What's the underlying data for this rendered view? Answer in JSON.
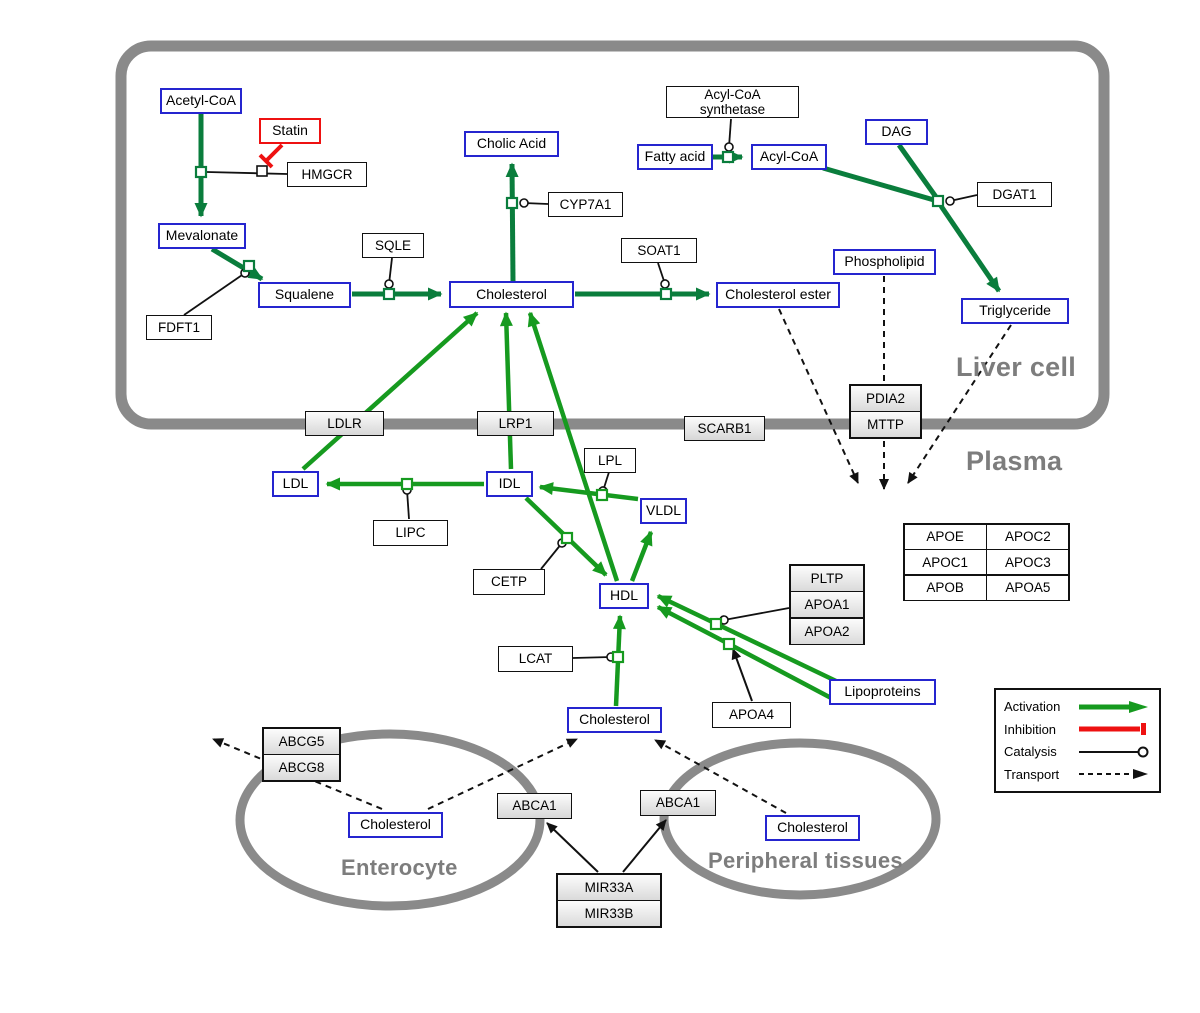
{
  "compartments": {
    "liver": "Liver cell",
    "plasma": "Plasma",
    "enterocyte": "Enterocyte",
    "peripheral": "Peripheral tissues"
  },
  "nodes": {
    "acetyl_coa": "Acetyl-CoA",
    "statin": "Statin",
    "hmgcr": "HMGCR",
    "mevalonate": "Mevalonate",
    "fdft1": "FDFT1",
    "squalene": "Squalene",
    "sqle": "SQLE",
    "cholic_acid": "Cholic Acid",
    "cyp7a1": "CYP7A1",
    "cholesterol_liver": "Cholesterol",
    "soat1": "SOAT1",
    "cholesterol_ester": "Cholesterol ester",
    "acyl_coa_synthetase": "Acyl-CoA synthetase",
    "fatty_acid": "Fatty acid",
    "acyl_coa2": "Acyl-CoA",
    "dag": "DAG",
    "dgat1": "DGAT1",
    "phospholipid": "Phospholipid",
    "triglyceride": "Triglyceride",
    "ldlr": "LDLR",
    "lrp1": "LRP1",
    "scarb1": "SCARB1",
    "pdia2": "PDIA2",
    "mttp": "MTTP",
    "ldl": "LDL",
    "idl": "IDL",
    "lipc": "LIPC",
    "lpl": "LPL",
    "vldl": "VLDL",
    "cetp": "CETP",
    "hdl": "HDL",
    "pltp": "PLTP",
    "apoa1": "APOA1",
    "apoa2": "APOA2",
    "lcat": "LCAT",
    "apoa4": "APOA4",
    "lipoproteins": "Lipoproteins",
    "apoe": "APOE",
    "apoc2": "APOC2",
    "apoc1": "APOC1",
    "apoc3": "APOC3",
    "apob": "APOB",
    "apoa5": "APOA5",
    "cholesterol_plasma": "Cholesterol",
    "abcg5": "ABCG5",
    "abcg8": "ABCG8",
    "cholesterol_enterocyte": "Cholesterol",
    "abca1_left": "ABCA1",
    "abca1_right": "ABCA1",
    "cholesterol_peripheral": "Cholesterol",
    "mir33a": "MIR33A",
    "mir33b": "MIR33B"
  },
  "legend": {
    "activation": "Activation",
    "inhibition": "Inhibition",
    "catalysis": "Catalysis",
    "transport": "Transport"
  },
  "colors": {
    "metabolite_border": "#2525cf",
    "inhibitor_border": "#ee1111",
    "liver_reaction_green": "#0a7d3c",
    "plasma_green": "#169a1f",
    "compartment_gray": "#8a8a8a"
  },
  "edges": [
    {
      "from": "Acetyl-CoA",
      "to": "Mevalonate",
      "type": "conversion",
      "catalyst": "HMGCR",
      "inhibitor": "Statin"
    },
    {
      "from": "Mevalonate",
      "to": "Squalene",
      "type": "conversion",
      "catalyst": "FDFT1"
    },
    {
      "from": "Squalene",
      "to": "Cholesterol",
      "type": "conversion",
      "catalyst": "SQLE"
    },
    {
      "from": "Cholesterol",
      "to": "Cholic Acid",
      "type": "conversion",
      "catalyst": "CYP7A1"
    },
    {
      "from": "Cholesterol",
      "to": "Cholesterol ester",
      "type": "conversion",
      "catalyst": "SOAT1"
    },
    {
      "from": "Fatty acid",
      "to": "Acyl-CoA",
      "type": "conversion",
      "catalyst": "Acyl-CoA synthetase"
    },
    {
      "from": "Acyl-CoA + DAG",
      "to": "Triglyceride",
      "type": "conversion",
      "catalyst": "DGAT1"
    },
    {
      "from": "Cholesterol ester",
      "to": "plasma",
      "type": "transport",
      "via": "PDIA2/MTTP"
    },
    {
      "from": "Phospholipid",
      "to": "plasma",
      "type": "transport",
      "via": "PDIA2/MTTP"
    },
    {
      "from": "Triglyceride",
      "to": "plasma",
      "type": "transport",
      "via": "PDIA2/MTTP"
    },
    {
      "from": "LDL",
      "to": "Cholesterol (liver)",
      "type": "activation",
      "via": "LDLR"
    },
    {
      "from": "IDL",
      "to": "Cholesterol (liver)",
      "type": "activation",
      "via": "LRP1"
    },
    {
      "from": "HDL",
      "to": "Cholesterol (liver)",
      "type": "activation",
      "via": "SCARB1"
    },
    {
      "from": "IDL",
      "to": "LDL",
      "type": "conversion",
      "catalyst": "LIPC"
    },
    {
      "from": "VLDL",
      "to": "IDL",
      "type": "conversion",
      "catalyst": "LPL"
    },
    {
      "from": "IDL",
      "to": "HDL",
      "type": "conversion",
      "catalyst": "CETP"
    },
    {
      "from": "HDL",
      "to": "VLDL",
      "type": "conversion"
    },
    {
      "from": "Cholesterol (plasma)",
      "to": "HDL",
      "type": "conversion",
      "catalyst": "LCAT"
    },
    {
      "from": "Lipoproteins",
      "to": "HDL",
      "type": "conversion",
      "catalyst": "PLTP/APOA1/APOA2"
    },
    {
      "from": "Lipoproteins",
      "to": "HDL",
      "type": "conversion",
      "catalyst": "APOA4"
    },
    {
      "from": "Cholesterol (enterocyte)",
      "to": "excretion",
      "type": "transport",
      "via": "ABCG5/ABCG8"
    },
    {
      "from": "Cholesterol (enterocyte)",
      "to": "Cholesterol (plasma)",
      "type": "transport",
      "via": "ABCA1"
    },
    {
      "from": "Cholesterol (peripheral)",
      "to": "Cholesterol (plasma)",
      "type": "transport",
      "via": "ABCA1"
    },
    {
      "from": "MIR33A/MIR33B",
      "to": "ABCA1",
      "type": "regulation"
    }
  ]
}
